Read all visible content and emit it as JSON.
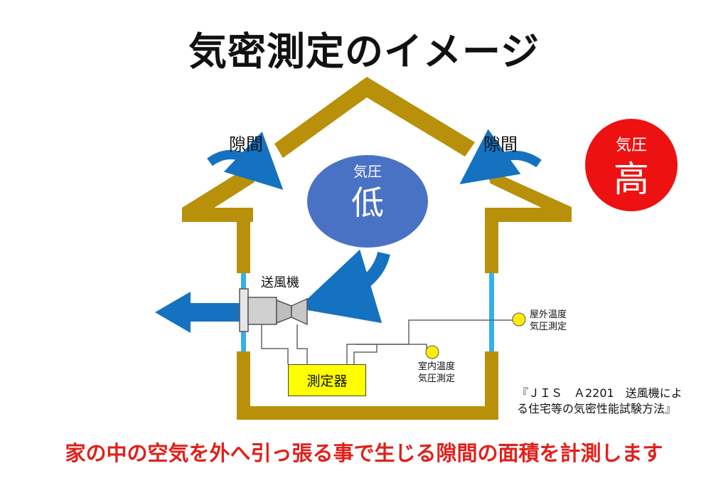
{
  "title": "気密測定のイメージ",
  "caption": "家の中の空気を外へ引っ張る事で生じる隙間の面積を計測します",
  "gap_label_left": "隙間",
  "gap_label_right": "隙間",
  "low_pressure": {
    "small": "気圧",
    "big": "低"
  },
  "high_pressure": {
    "small": "気圧",
    "big": "高"
  },
  "fan_label": "送風機",
  "meter_label": "測定器",
  "indoor_sensor": {
    "line1": "室内温度",
    "line2": "気圧測定"
  },
  "outdoor_sensor": {
    "line1": "屋外温度",
    "line2": "気圧測定"
  },
  "reference": {
    "line1": "『ＪＩＳ　Ａ2201　送風機によ",
    "line2": "る住宅等の気密性能試験方法』"
  },
  "colors": {
    "wall": "#b8900a",
    "low_circle": "#4a72c4",
    "high_circle": "#ee1111",
    "arrow": "#1572c0",
    "window": "#35b0ec",
    "caption": "#e0201b"
  }
}
